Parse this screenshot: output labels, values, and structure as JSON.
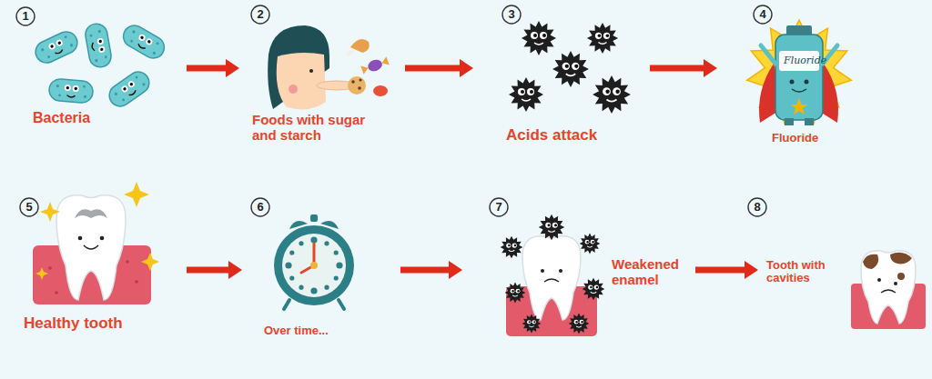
{
  "diagram": {
    "nodes": [
      {
        "text": [
          "Bacteria"
        ]
      },
      {
        "text": [
          "Foods with sugar and starch"
        ]
      },
      {
        "text": [
          "Acids attack"
        ]
      },
      {
        "text": [
          "Fluoride"
        ]
      },
      {
        "text": [
          "Healthy tooth"
        ]
      },
      {
        "text": [
          "Over time..."
        ]
      },
      {
        "text": [
          "Weakened enamel"
        ]
      },
      {
        "text": [
          "Tooth with cavities"
        ]
      }
    ],
    "edges": [
      {
        "from": 0,
        "to": 1,
        "arrow": "to"
      },
      {
        "from": 1,
        "to": 2,
        "arrow": "to"
      },
      {
        "from": 2,
        "to": 3,
        "arrow": "to"
      },
      {
        "from": 4,
        "to": 5,
        "arrow": "to"
      },
      {
        "from": 5,
        "to": 6,
        "arrow": "to"
      },
      {
        "from": 6,
        "to": 7,
        "arrow": "to"
      }
    ],
    "labels": [
      "1",
      "2",
      "3",
      "4",
      "5",
      "6",
      "7",
      "8",
      "Fluoride"
    ]
  }
}
